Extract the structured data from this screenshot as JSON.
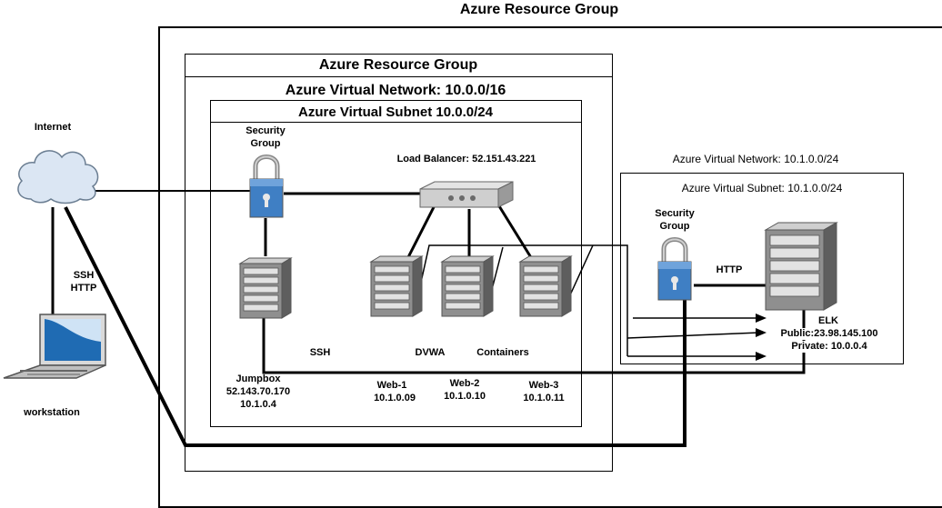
{
  "outer_group": {
    "title": "Azure Resource Group"
  },
  "inner_group": {
    "title": "Azure Resource Group"
  },
  "vnet": {
    "title": "Azure Virtual Network: 10.0.0/16"
  },
  "subnet": {
    "title": "Azure Virtual Subnet 10.0.0/24"
  },
  "vnet2": {
    "title": "Azure Virtual Network: 10.1.0.0/24"
  },
  "subnet2": {
    "title": "Azure Virtual Subnet: 10.1.0.0/24"
  },
  "internet": {
    "label": "Internet",
    "icon": "cloud-icon"
  },
  "workstation": {
    "label": "workstation",
    "icon": "laptop-icon"
  },
  "link_labels": {
    "ssh": "SSH",
    "http": "HTTP",
    "ssh_mid": "SSH",
    "dvwa": "DVWA",
    "containers": "Containers",
    "http_elk": "HTTP"
  },
  "security_group_1": {
    "line1": "Security",
    "line2": "Group",
    "icon": "lock-icon"
  },
  "security_group_2": {
    "line1": "Security",
    "line2": "Group",
    "icon": "lock-icon"
  },
  "load_balancer": {
    "label": "Load Balancer: 52.151.43.221",
    "icon": "load-balancer-icon"
  },
  "jumpbox": {
    "name": "Jumpbox",
    "ip1": "52.143.70.170",
    "ip2": "10.1.0.4",
    "icon": "server-icon"
  },
  "web1": {
    "name": "Web-1",
    "ip": "10.1.0.09",
    "icon": "server-icon"
  },
  "web2": {
    "name": "Web-2",
    "ip": "10.1.0.10",
    "icon": "server-icon"
  },
  "web3": {
    "name": "Web-3",
    "ip": "10.1.0.11",
    "icon": "server-icon"
  },
  "elk": {
    "name": "ELK",
    "public": "Public:23.98.145.100",
    "private": "Private: 10.0.0.4",
    "icon": "server-icon"
  },
  "colors": {
    "lock_blue": "#3f7fc4",
    "server_gray": "#8f8f8f",
    "cloud_blue": "#dbe6f3",
    "laptop_screen": "#1f6bb3"
  }
}
